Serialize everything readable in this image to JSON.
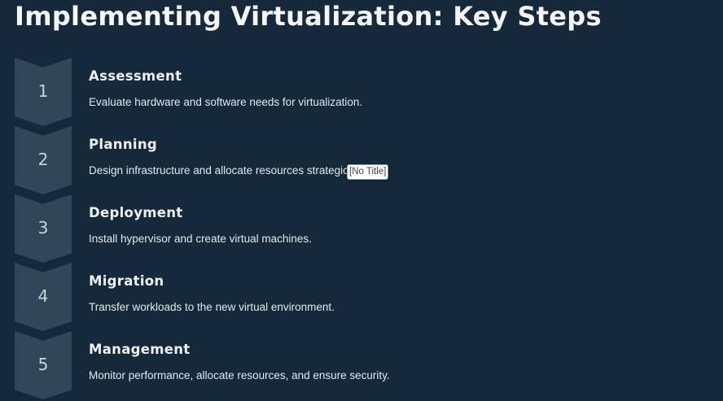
{
  "page": {
    "title": "Implementing Virtualization: Key Steps"
  },
  "steps": [
    {
      "number": "1",
      "title": "Assessment",
      "description": "Evaluate hardware and software needs for virtualization."
    },
    {
      "number": "2",
      "title": "Planning",
      "description": "Design infrastructure and allocate resources strategica"
    },
    {
      "number": "3",
      "title": "Deployment",
      "description": "Install hypervisor and create virtual machines."
    },
    {
      "number": "4",
      "title": "Migration",
      "description": "Transfer workloads to the new virtual environment."
    },
    {
      "number": "5",
      "title": "Management",
      "description": "Monitor performance, allocate resources, and ensure security."
    }
  ],
  "tooltip": {
    "text": "[No Title]"
  },
  "colors": {
    "background": "#15293a",
    "chevron": "#2f4757",
    "text": "#ffffff"
  }
}
